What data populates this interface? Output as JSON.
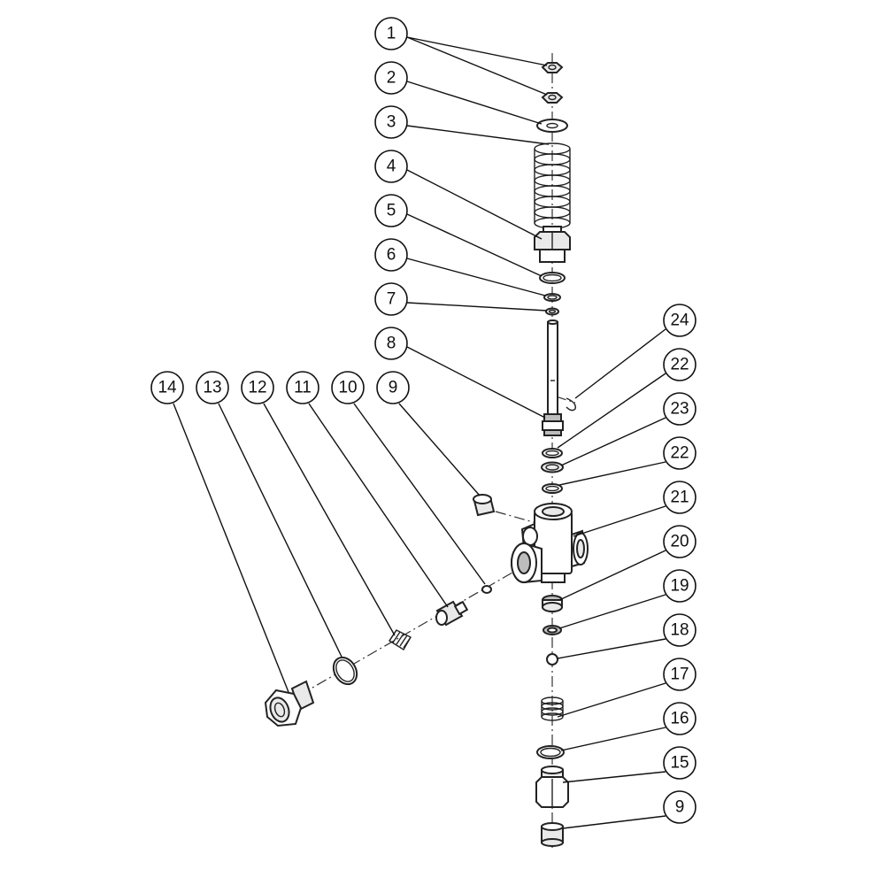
{
  "callouts": [
    {
      "id": "c1",
      "label": "1"
    },
    {
      "id": "c2",
      "label": "2"
    },
    {
      "id": "c3",
      "label": "3"
    },
    {
      "id": "c4",
      "label": "4"
    },
    {
      "id": "c5",
      "label": "5"
    },
    {
      "id": "c6",
      "label": "6"
    },
    {
      "id": "c7",
      "label": "7"
    },
    {
      "id": "c8",
      "label": "8"
    },
    {
      "id": "c9a",
      "label": "9"
    },
    {
      "id": "c10",
      "label": "10"
    },
    {
      "id": "c11",
      "label": "11"
    },
    {
      "id": "c12",
      "label": "12"
    },
    {
      "id": "c13",
      "label": "13"
    },
    {
      "id": "c14",
      "label": "14"
    },
    {
      "id": "c24",
      "label": "24"
    },
    {
      "id": "c22a",
      "label": "22"
    },
    {
      "id": "c23",
      "label": "23"
    },
    {
      "id": "c22b",
      "label": "22"
    },
    {
      "id": "c21",
      "label": "21"
    },
    {
      "id": "c20",
      "label": "20"
    },
    {
      "id": "c19",
      "label": "19"
    },
    {
      "id": "c18",
      "label": "18"
    },
    {
      "id": "c17",
      "label": "17"
    },
    {
      "id": "c16",
      "label": "16"
    },
    {
      "id": "c15",
      "label": "15"
    },
    {
      "id": "c9b",
      "label": "9"
    }
  ]
}
